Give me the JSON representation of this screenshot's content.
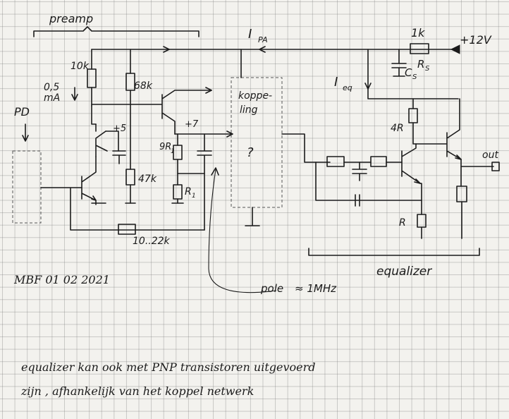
{
  "labels": {
    "preamp": "preamp",
    "ipa": "I",
    "ipa_sub": "PA",
    "r_supply": "1k",
    "supply": "+12V",
    "cs": "C",
    "cs_sub": "S",
    "rs": "R",
    "rs_sub": "S",
    "ieq": "I",
    "ieq_sub": "eq",
    "r_10k": "10k",
    "current": "0,5",
    "current_unit": "mA",
    "r_68k": "68k",
    "pd": "PD",
    "gain1": "+5",
    "gain2": "+7",
    "r_9r1": "9R",
    "r_9r1_sub": "1",
    "r_47k": "47k",
    "r1": "R",
    "r1_sub": "1",
    "koppeling_1": "koppe-",
    "koppeling_2": "ling",
    "question": "?",
    "r_feedback": "10..22k",
    "r_4r": "4R",
    "out": "out",
    "r_r": "R",
    "equalizer": "equalizer",
    "signature": "MBF 01 02 2021",
    "pole": "pole",
    "pole_value": "≈ 1MHz",
    "note_line1": "equalizer kan ook met PNP transistoren uitgevoerd",
    "note_line2": "zijn , afhankelijk van het koppel netwerk"
  }
}
